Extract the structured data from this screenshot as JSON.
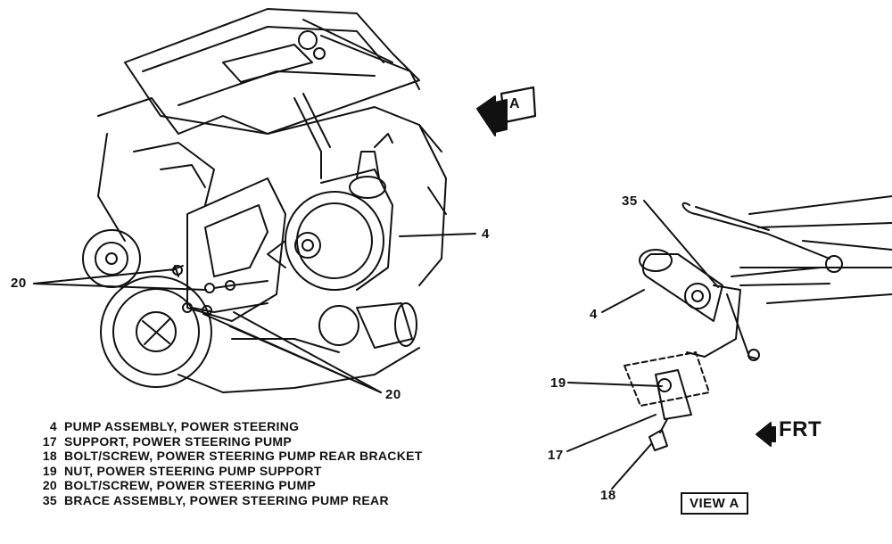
{
  "main_view": {
    "callouts": {
      "pump": "4",
      "bolts_left": "20",
      "bolts_bottom": "20"
    },
    "view_tag": "A"
  },
  "detail_view": {
    "callouts": {
      "brace": "35",
      "pump": "4",
      "nut": "19",
      "support": "17",
      "bolt": "18"
    },
    "direction_label": "FRT",
    "view_label": "VIEW A"
  },
  "legend": [
    {
      "num": "4",
      "text": "PUMP ASSEMBLY, POWER STEERING"
    },
    {
      "num": "17",
      "text": "SUPPORT, POWER STEERING PUMP"
    },
    {
      "num": "18",
      "text": "BOLT/SCREW, POWER STEERING PUMP REAR BRACKET"
    },
    {
      "num": "19",
      "text": "NUT, POWER STEERING PUMP SUPPORT"
    },
    {
      "num": "20",
      "text": "BOLT/SCREW, POWER STEERING PUMP"
    },
    {
      "num": "35",
      "text": "BRACE ASSEMBLY, POWER STEERING PUMP REAR"
    }
  ]
}
